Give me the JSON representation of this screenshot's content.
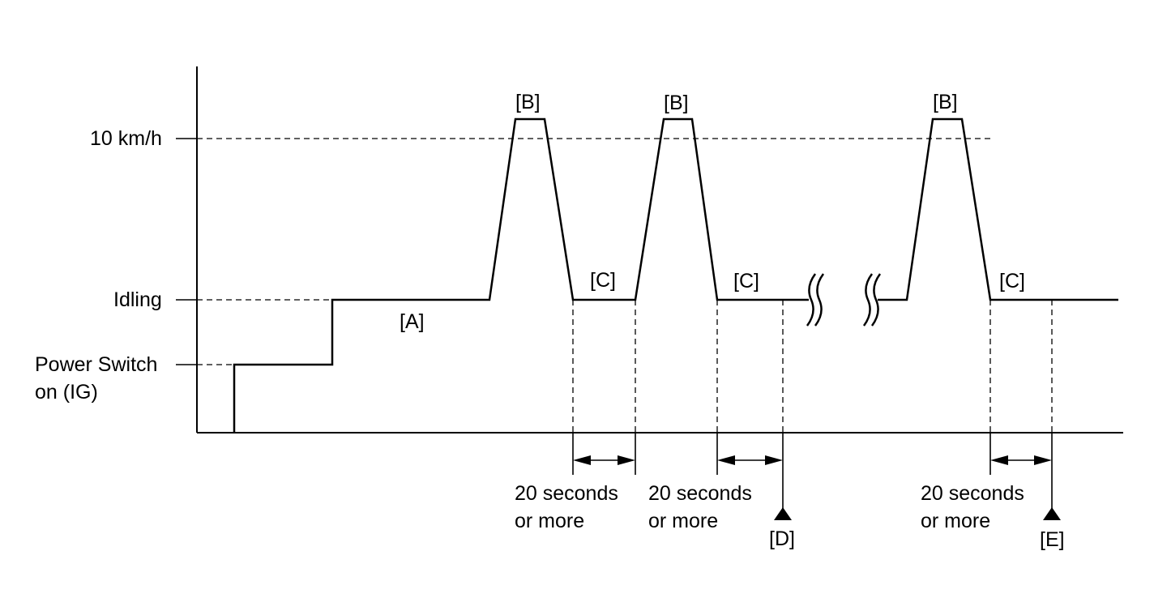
{
  "y_levels": {
    "speed_10": "10 km/h",
    "idling": "Idling",
    "power_line1": "Power Switch",
    "power_line2": "on (IG)"
  },
  "segments": {
    "a": "[A]",
    "b": "[B]",
    "c": "[C]",
    "d": "[D]",
    "e": "[E]"
  },
  "durations": {
    "line1": "20 seconds",
    "line2": "or more"
  },
  "colors": {
    "ink": "#000000",
    "background": "#ffffff"
  }
}
